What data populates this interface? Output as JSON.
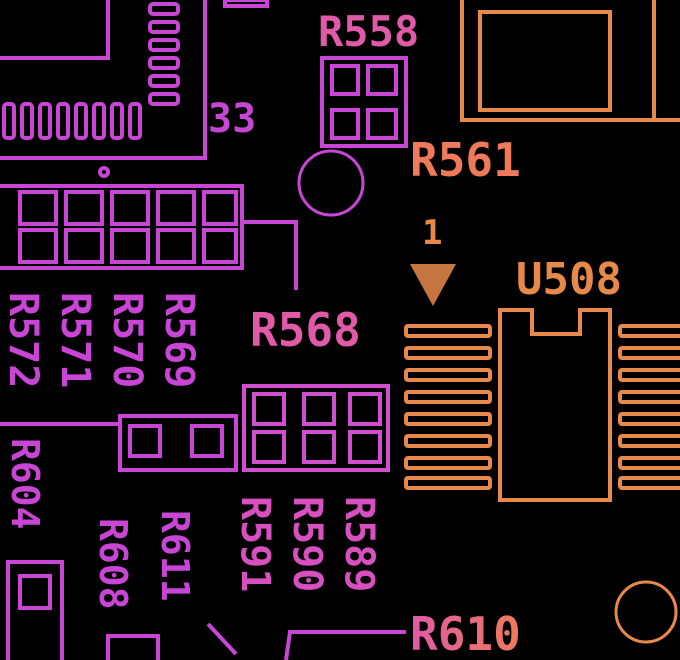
{
  "colors": {
    "magenta": "#c845d6",
    "pink": "#dc4fb0",
    "orange": "#e8894a",
    "coral": "#ee7a5a",
    "background": "#000000"
  },
  "labels": {
    "r558": "R558",
    "r561": "R561",
    "r568": "R568",
    "u508": "U508",
    "pin1": "1",
    "n33": "33",
    "r569": "R569",
    "r570": "R570",
    "r571": "R571",
    "r572": "R572",
    "r589": "R589",
    "r590": "R590",
    "r591": "R591",
    "r604": "R604",
    "r608": "R608",
    "r611": "R611",
    "r610": "R610"
  }
}
